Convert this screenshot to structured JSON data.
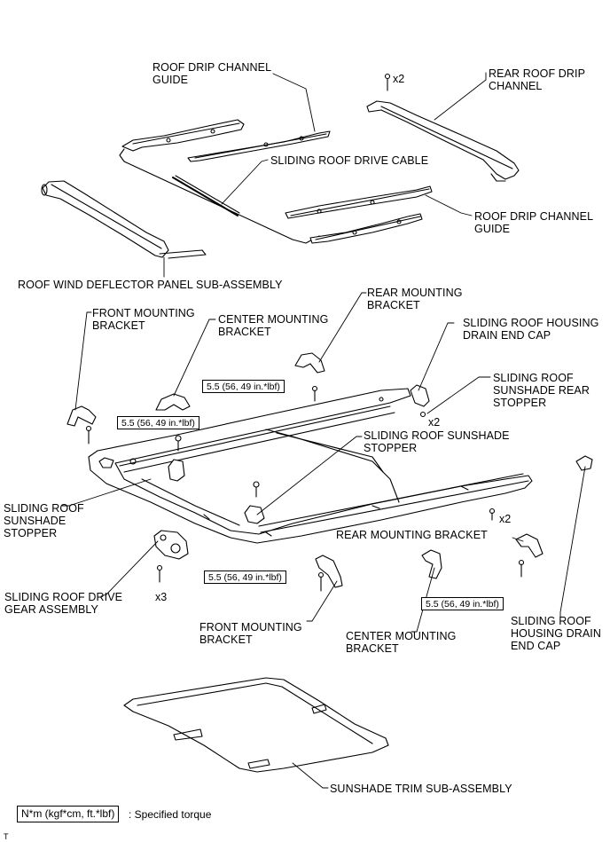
{
  "labels": {
    "roof_drip_channel_guide_top": "ROOF DRIP CHANNEL\nGUIDE",
    "rear_roof_drip_channel": "REAR ROOF DRIP\nCHANNEL",
    "sliding_roof_drive_cable": "SLIDING ROOF DRIVE CABLE",
    "roof_drip_channel_guide_bottom": "ROOF DRIP CHANNEL\nGUIDE",
    "roof_wind_deflector": "ROOF WIND DEFLECTOR PANEL SUB-ASSEMBLY",
    "front_mounting_bracket_top": "FRONT MOUNTING\nBRACKET",
    "center_mounting_bracket_top": "CENTER MOUNTING\nBRACKET",
    "rear_mounting_bracket_top": "REAR MOUNTING\nBRACKET",
    "sliding_roof_housing_drain_end_cap_top": "SLIDING ROOF HOUSING\nDRAIN END CAP",
    "sliding_roof_sunshade_rear_stopper": "SLIDING ROOF\nSUNSHADE REAR\nSTOPPER",
    "sliding_roof_sunshade_stopper_right": "SLIDING ROOF SUNSHADE\nSTOPPER",
    "sliding_roof_sunshade_stopper_left": "SLIDING ROOF\nSUNSHADE\nSTOPPER",
    "rear_mounting_bracket_bottom": "REAR MOUNTING BRACKET",
    "sliding_roof_drive_gear_assembly": "SLIDING ROOF DRIVE\nGEAR ASSEMBLY",
    "front_mounting_bracket_bottom": "FRONT MOUNTING\nBRACKET",
    "center_mounting_bracket_bottom": "CENTER MOUNTING\nBRACKET",
    "sliding_roof_housing_drain_end_cap_bottom": "SLIDING ROOF\nHOUSING DRAIN\nEND CAP",
    "sunshade_trim_sub_assembly": "SUNSHADE TRIM SUB-ASSEMBLY"
  },
  "quantities": {
    "rear_drip_bolts": "x2",
    "drain_cap_clips": "x2",
    "rear_bracket_bolts": "x2",
    "gear_bolts": "x3"
  },
  "torque": {
    "center_top": "5.5 (56, 49 in.*lbf)",
    "front_top": "5.5 (56, 49 in.*lbf)",
    "front_bottom": "5.5 (56, 49 in.*lbf)",
    "rear_bottom": "5.5 (56, 49 in.*lbf)"
  },
  "legend": {
    "box": "N*m (kgf*cm, ft.*lbf)",
    "text": ": Specified torque"
  },
  "footer": "T"
}
